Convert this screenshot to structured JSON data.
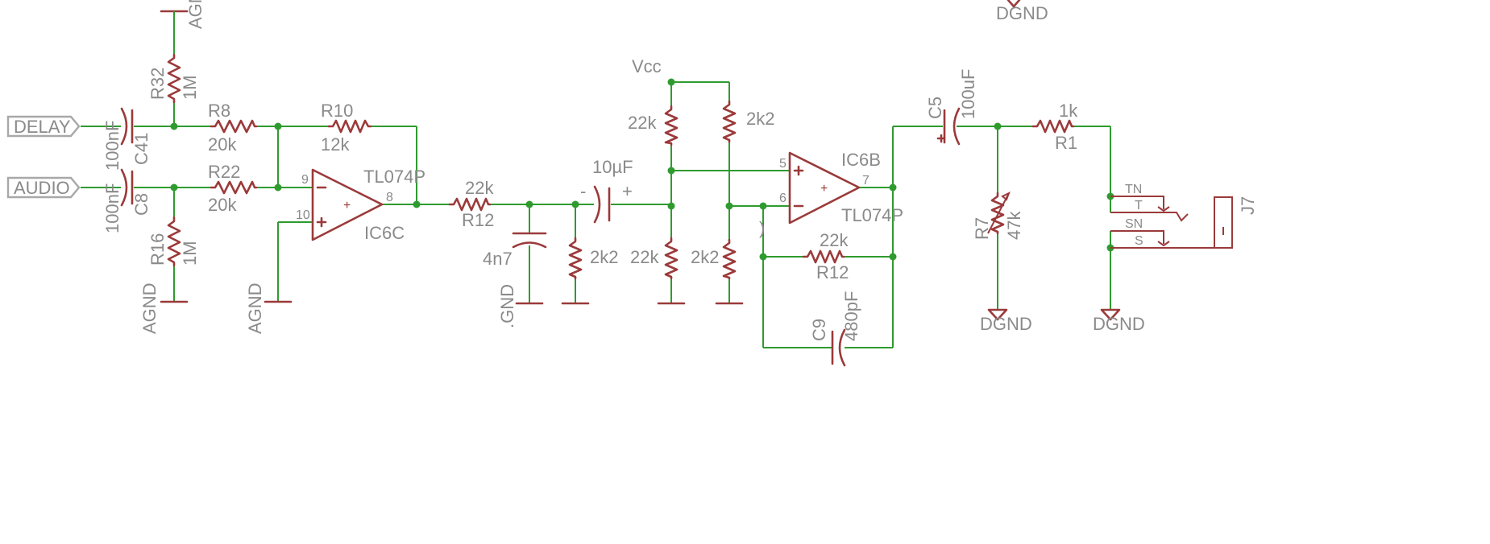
{
  "ports": {
    "delay": "DELAY",
    "audio": "AUDIO"
  },
  "nets": {
    "vcc": "Vcc",
    "agnd": "AGND",
    "gnd_partial": ".GND",
    "agnd_top_partial": "AGN",
    "dgnd": "DGND"
  },
  "components": {
    "r32": {
      "ref": "R32",
      "value": "1M"
    },
    "c41": {
      "ref": "C41",
      "value": "100nF"
    },
    "r8": {
      "ref": "R8",
      "value": "20k"
    },
    "r10": {
      "ref": "R10",
      "value": "12k"
    },
    "c8": {
      "ref": "C8",
      "value": "100nF"
    },
    "r22": {
      "ref": "R22",
      "value": "20k"
    },
    "r16": {
      "ref": "R16",
      "value": "1M"
    },
    "ic6c": {
      "ref": "IC6C",
      "part": "TL074P",
      "pin_inv": "9",
      "pin_noninv": "10",
      "pin_out": "8"
    },
    "r12a": {
      "ref": "R12",
      "value": "22k"
    },
    "cap_4n7": {
      "value": "4n7"
    },
    "res_2k2_shunt": {
      "value": "2k2"
    },
    "cap_10u": {
      "value": "10µF",
      "neg": "-",
      "pos": "+"
    },
    "res_22k_top": {
      "value": "22k"
    },
    "res_22k_bot": {
      "value": "22k"
    },
    "res_2k2_top": {
      "value": "2k2"
    },
    "res_2k2_bot": {
      "value": "2k2"
    },
    "ic6b": {
      "ref": "IC6B",
      "part": "TL074P",
      "pin_noninv": "5",
      "pin_inv": "6",
      "pin_out": "7"
    },
    "r12b": {
      "ref": "R12",
      "value": "22k"
    },
    "c9": {
      "ref": "C9",
      "value": "480pF"
    },
    "c5": {
      "ref": "C5",
      "value": "100uF"
    },
    "r1": {
      "ref": "R1",
      "value": "1k"
    },
    "r7": {
      "ref": "R7",
      "value": "47k"
    },
    "j7": {
      "ref": "J7",
      "pin_tn": "TN",
      "pin_t": "T",
      "pin_sn": "SN",
      "pin_s": "S"
    },
    "stray_d": ")"
  },
  "colors": {
    "wire": "#2f9b2f",
    "part": "#9b3a3a",
    "text": "#8a8a8a"
  }
}
